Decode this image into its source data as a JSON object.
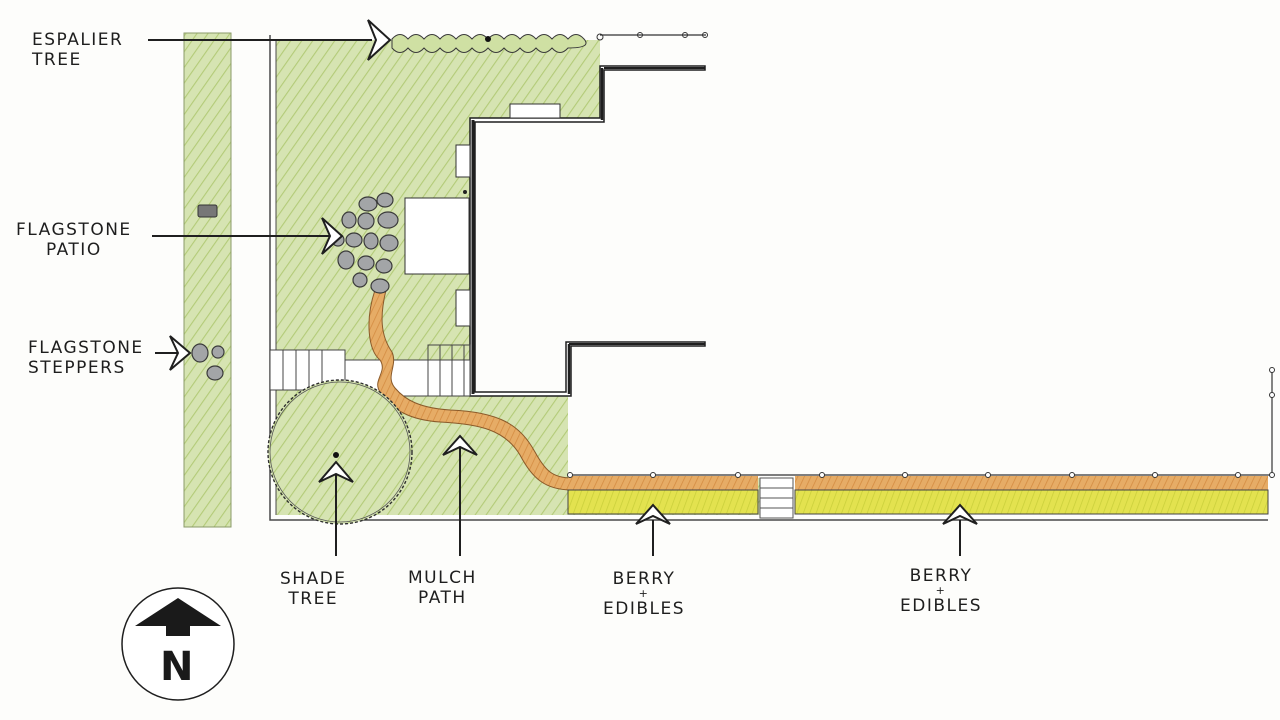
{
  "labels": {
    "espalier_tree": [
      "ESPALIER",
      "TREE"
    ],
    "flagstone_patio": [
      "FLAGSTONE",
      "PATIO"
    ],
    "flagstone_steppers": [
      "FLAGSTONE",
      "STEPPERS"
    ],
    "shade_tree": [
      "SHADE",
      "TREE"
    ],
    "mulch_path": [
      "MULCH",
      "PATH"
    ],
    "berry_edibles_left": [
      "BERRY",
      "+",
      "EDIBLES"
    ],
    "berry_edibles_right": [
      "BERRY",
      "+",
      "EDIBLES"
    ]
  },
  "compass": {
    "letter": "N"
  },
  "colors": {
    "lawn": "#d3e2ad",
    "lawn_hatch": "#a9c46c",
    "mulch": "#e2a45c",
    "berry_bed": "#e4e34f",
    "flagstone": "#a3a5a7",
    "line": "#1f1f1f"
  }
}
